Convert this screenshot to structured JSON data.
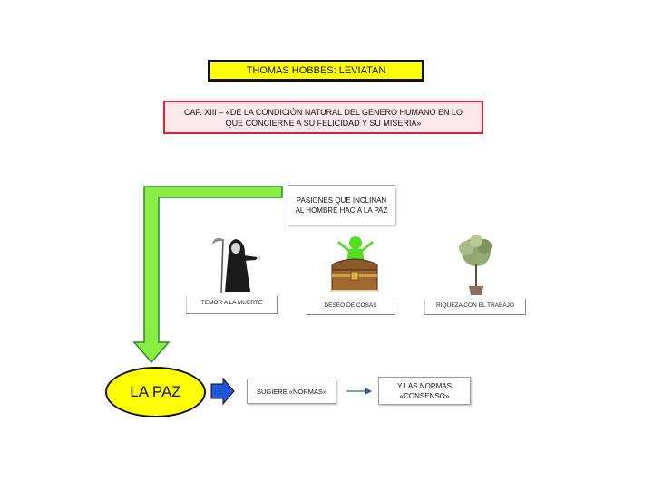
{
  "title": "THOMAS HOBBES: LEVIATAN",
  "chapter": "CAP. XIII – «DE LA CONDICIÓN NATURAL DEL GENERO HUMANO EN LO QUE CONCIERNE A SU FELICIDAD Y SU MISERIA»",
  "passions": "PASIONES QUE INCLINAN AL HOMBRE HACIA LA PAZ",
  "items": {
    "fear": "TEMOR A LA MUERTE",
    "desire": "DESEO DE COSAS",
    "wealth": "RIQUEZA CON EL TRABAJO"
  },
  "peace": "LA PAZ",
  "norms": "SUGIERE «NORMAS»",
  "consensus": "Y LAS NORMAS «CONSENSO»",
  "colors": {
    "title_fill": "#ffff00",
    "chapter_border": "#e0203a",
    "arrow_fill": "#88ee44",
    "arrow_stroke": "#2a8a2a",
    "block_arrow_fill": "#2255dd",
    "connector": "#3a5a9a"
  },
  "icons": {
    "fear": "grim-reaper-icon",
    "desire": "treasure-chest-icon",
    "wealth": "money-tree-icon"
  }
}
